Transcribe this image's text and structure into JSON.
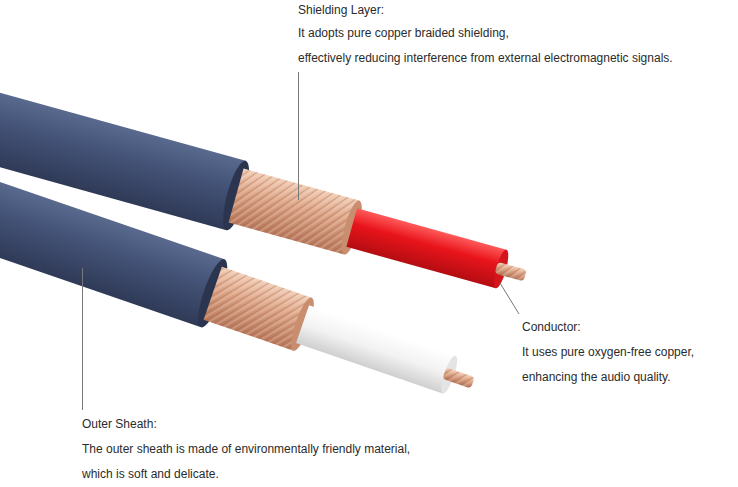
{
  "diagram": {
    "labels": [
      "Shielding Layer:",
      "It adopts pure copper braided shielding,",
      "effectively reducing interference from external electromagnetic signals.",
      "Conductor:",
      "It uses pure oxygen-free copper,",
      "enhancing the audio quality.",
      "Outer Sheath:",
      "The outer sheath is made of environmentally friendly material,",
      "which is soft and delicate."
    ]
  }
}
